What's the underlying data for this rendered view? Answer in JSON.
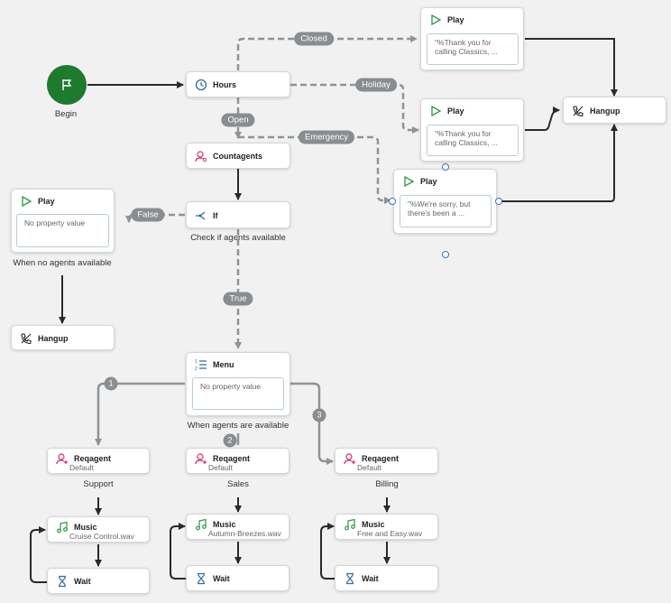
{
  "begin": {
    "label": "Begin"
  },
  "hours": {
    "title": "Hours"
  },
  "countagents": {
    "title": "Countagents"
  },
  "if_node": {
    "title": "If",
    "caption": "Check if agents available"
  },
  "play_closed": {
    "title": "Play",
    "value": "\"%Thank you for calling Classics, ..."
  },
  "play_holiday": {
    "title": "Play",
    "value": "\"%Thank you for calling Classics, ..."
  },
  "play_emergency": {
    "title": "Play",
    "value": "\"%We're sorry, but there's been a ..."
  },
  "hangup_main": {
    "title": "Hangup"
  },
  "play_noagents": {
    "title": "Play",
    "value": "No property value",
    "caption": "When no agents available"
  },
  "hangup_noagents": {
    "title": "Hangup"
  },
  "menu": {
    "title": "Menu",
    "value": "No property value",
    "caption": "When agents are available"
  },
  "edge_labels": {
    "closed": "Closed",
    "holiday": "Holiday",
    "open": "Open",
    "emergency": "Emergency",
    "false": "False",
    "true": "True"
  },
  "branches": [
    {
      "badge": "1",
      "reqagent": "Reqagent",
      "reqagent_sub": "Default",
      "caption": "Support",
      "music": "Music",
      "music_file": "Cruise Control.wav",
      "wait": "Wait"
    },
    {
      "badge": "2",
      "reqagent": "Reqagent",
      "reqagent_sub": "Default",
      "caption": "Sales",
      "music": "Music",
      "music_file": "Autumn-Breezes.wav",
      "wait": "Wait"
    },
    {
      "badge": "3",
      "reqagent": "Reqagent",
      "reqagent_sub": "Default",
      "caption": "Billing",
      "music": "Music",
      "music_file": "Free and Easy.wav",
      "wait": "Wait"
    }
  ],
  "colors": {
    "begin": "#1e7a2d",
    "play_icon": "#2a9a4a",
    "hours_icon": "#2f6f9f",
    "agent_icon": "#d03070",
    "music_icon": "#2a9a4a",
    "wait_icon": "#2f6f9f",
    "edge_solid": "#2a2a2a",
    "edge_dashed": "#8f9396",
    "pill": "#888d91"
  },
  "icons": {
    "begin": "flag-icon",
    "hours": "clock-icon",
    "play": "play-icon",
    "hangup": "hangup-icon",
    "countagents": "agent-search-icon",
    "if": "branch-icon",
    "menu": "numbered-list-icon",
    "reqagent": "add-agent-icon",
    "music": "music-note-icon",
    "wait": "hourglass-icon"
  }
}
